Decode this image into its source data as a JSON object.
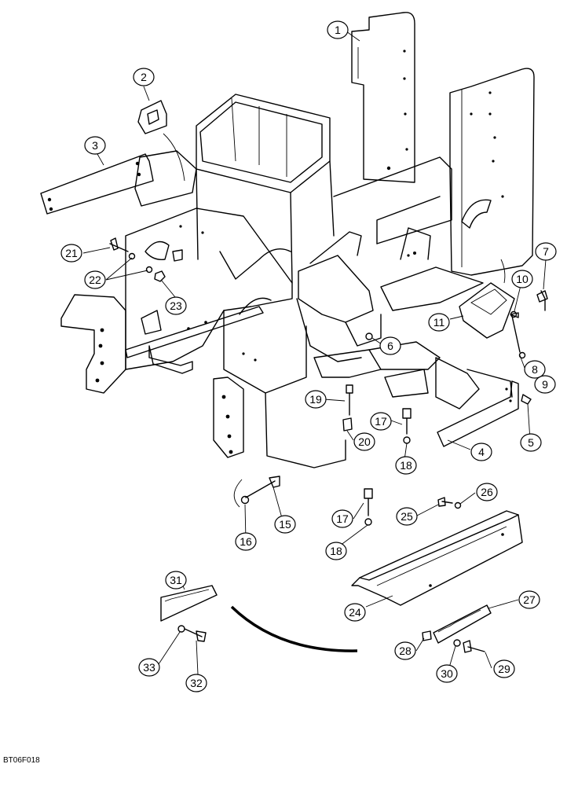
{
  "drawing_id": "BT06F018",
  "callouts": [
    {
      "label": "1"
    },
    {
      "label": "2"
    },
    {
      "label": "3"
    },
    {
      "label": "4"
    },
    {
      "label": "5"
    },
    {
      "label": "6"
    },
    {
      "label": "7"
    },
    {
      "label": "8"
    },
    {
      "label": "9"
    },
    {
      "label": "10"
    },
    {
      "label": "11"
    },
    {
      "label": "15"
    },
    {
      "label": "16"
    },
    {
      "label": "17"
    },
    {
      "label": "17"
    },
    {
      "label": "18"
    },
    {
      "label": "18"
    },
    {
      "label": "19"
    },
    {
      "label": "20"
    },
    {
      "label": "21"
    },
    {
      "label": "22"
    },
    {
      "label": "23"
    },
    {
      "label": "24"
    },
    {
      "label": "25"
    },
    {
      "label": "26"
    },
    {
      "label": "27"
    },
    {
      "label": "28"
    },
    {
      "label": "29"
    },
    {
      "label": "30"
    },
    {
      "label": "31"
    },
    {
      "label": "32"
    },
    {
      "label": "33"
    }
  ]
}
